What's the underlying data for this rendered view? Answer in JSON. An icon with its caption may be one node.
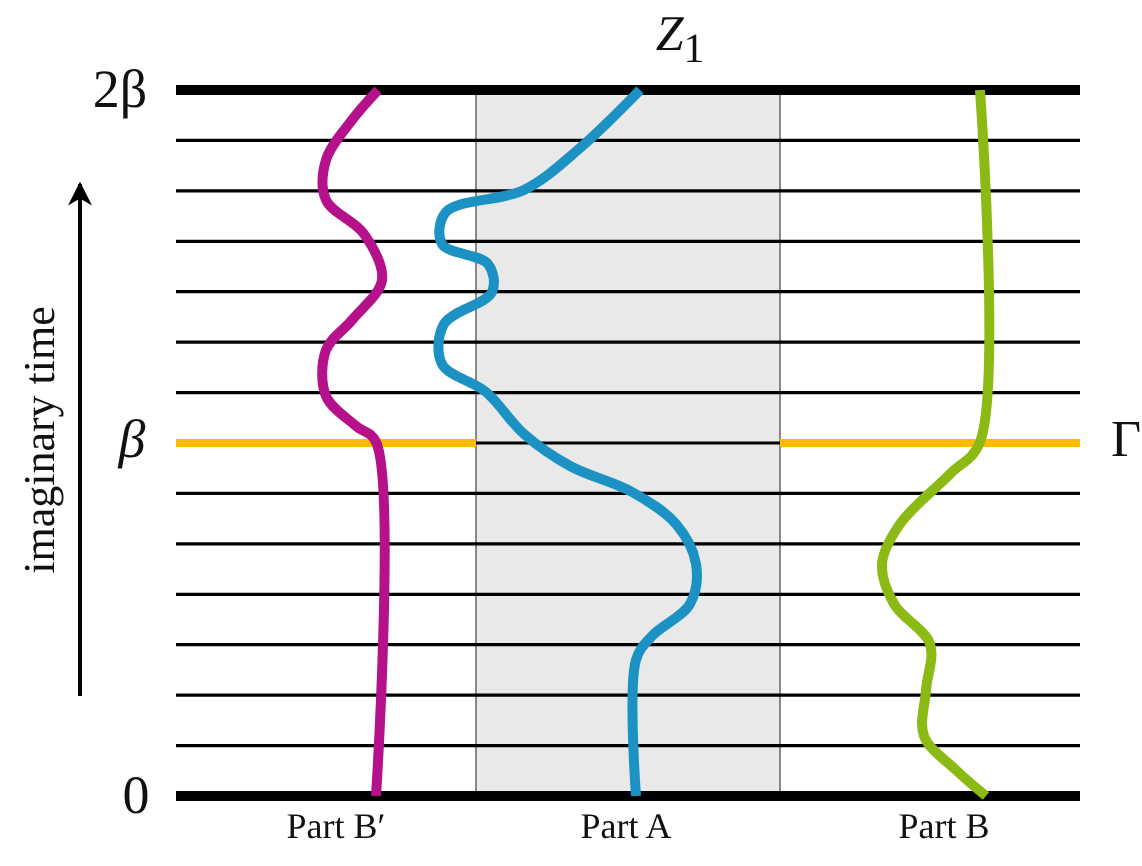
{
  "diagram": {
    "labels": [
      "*Z*$_{1}$",
      "2β",
      "imaginary time",
      "*β*",
      "Γ",
      "0",
      "Part B′",
      "Part A",
      "Part B"
    ]
  }
}
